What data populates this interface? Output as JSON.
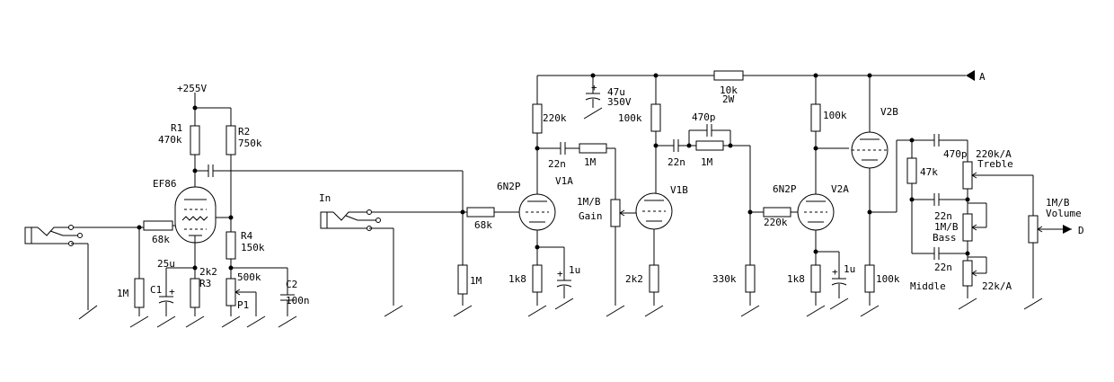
{
  "supply": {
    "b_plus": "+255V",
    "out_a": "A",
    "out_d": "D"
  },
  "inputs": {
    "in_label": "In"
  },
  "stage1": {
    "r1_name": "R1",
    "r1_val": "470k",
    "r2_name": "R2",
    "r2_val": "750k",
    "tube": "EF86",
    "grid_r": "68k",
    "grid_leak": "1M",
    "c1_name": "C1",
    "c1_val": "25u",
    "r3_name": "R3",
    "r3_val": "2k2",
    "r4_name": "R4",
    "r4_val": "150k",
    "p1_name": "P1",
    "p1_val": "500k",
    "c2_name": "C2",
    "c2_val": "100n"
  },
  "stage2": {
    "leak": "1M",
    "grid_r": "68k",
    "tube_type": "6N2P",
    "tube_name": "V1A",
    "plate_r": "220k",
    "cath_r": "1k8",
    "cath_c": "1u",
    "filter_c1": "47u",
    "filter_c2": "350V",
    "cap": "22n",
    "cap_r": "1M",
    "gain_val": "1M/B",
    "gain_name": "Gain"
  },
  "stage3": {
    "tube_name": "V1B",
    "plate_r": "100k",
    "cath_r": "2k2",
    "drop_r1": "10k",
    "drop_r2": "2W",
    "bright_c": "470p",
    "cap": "22n",
    "cap_r": "1M",
    "leak": "330k"
  },
  "stage4": {
    "tube_type": "6N2P",
    "tube_name": "V2A",
    "grid_r": "220k",
    "plate_r": "100k",
    "cath_r": "1k8",
    "cath_c": "1u"
  },
  "stage5": {
    "tube_name": "V2B",
    "cath_r": "100k",
    "treble_c": "470p",
    "r47": "47k",
    "bass_c": "22n",
    "mid_c": "22n",
    "treble_pot": "220k/A",
    "treble_name": "Treble",
    "bass_pot": "1M/B",
    "bass_name": "Bass",
    "mid_pot": "22k/A",
    "mid_name": "Middle",
    "vol_pot": "1M/B",
    "vol_name": "Volume"
  }
}
